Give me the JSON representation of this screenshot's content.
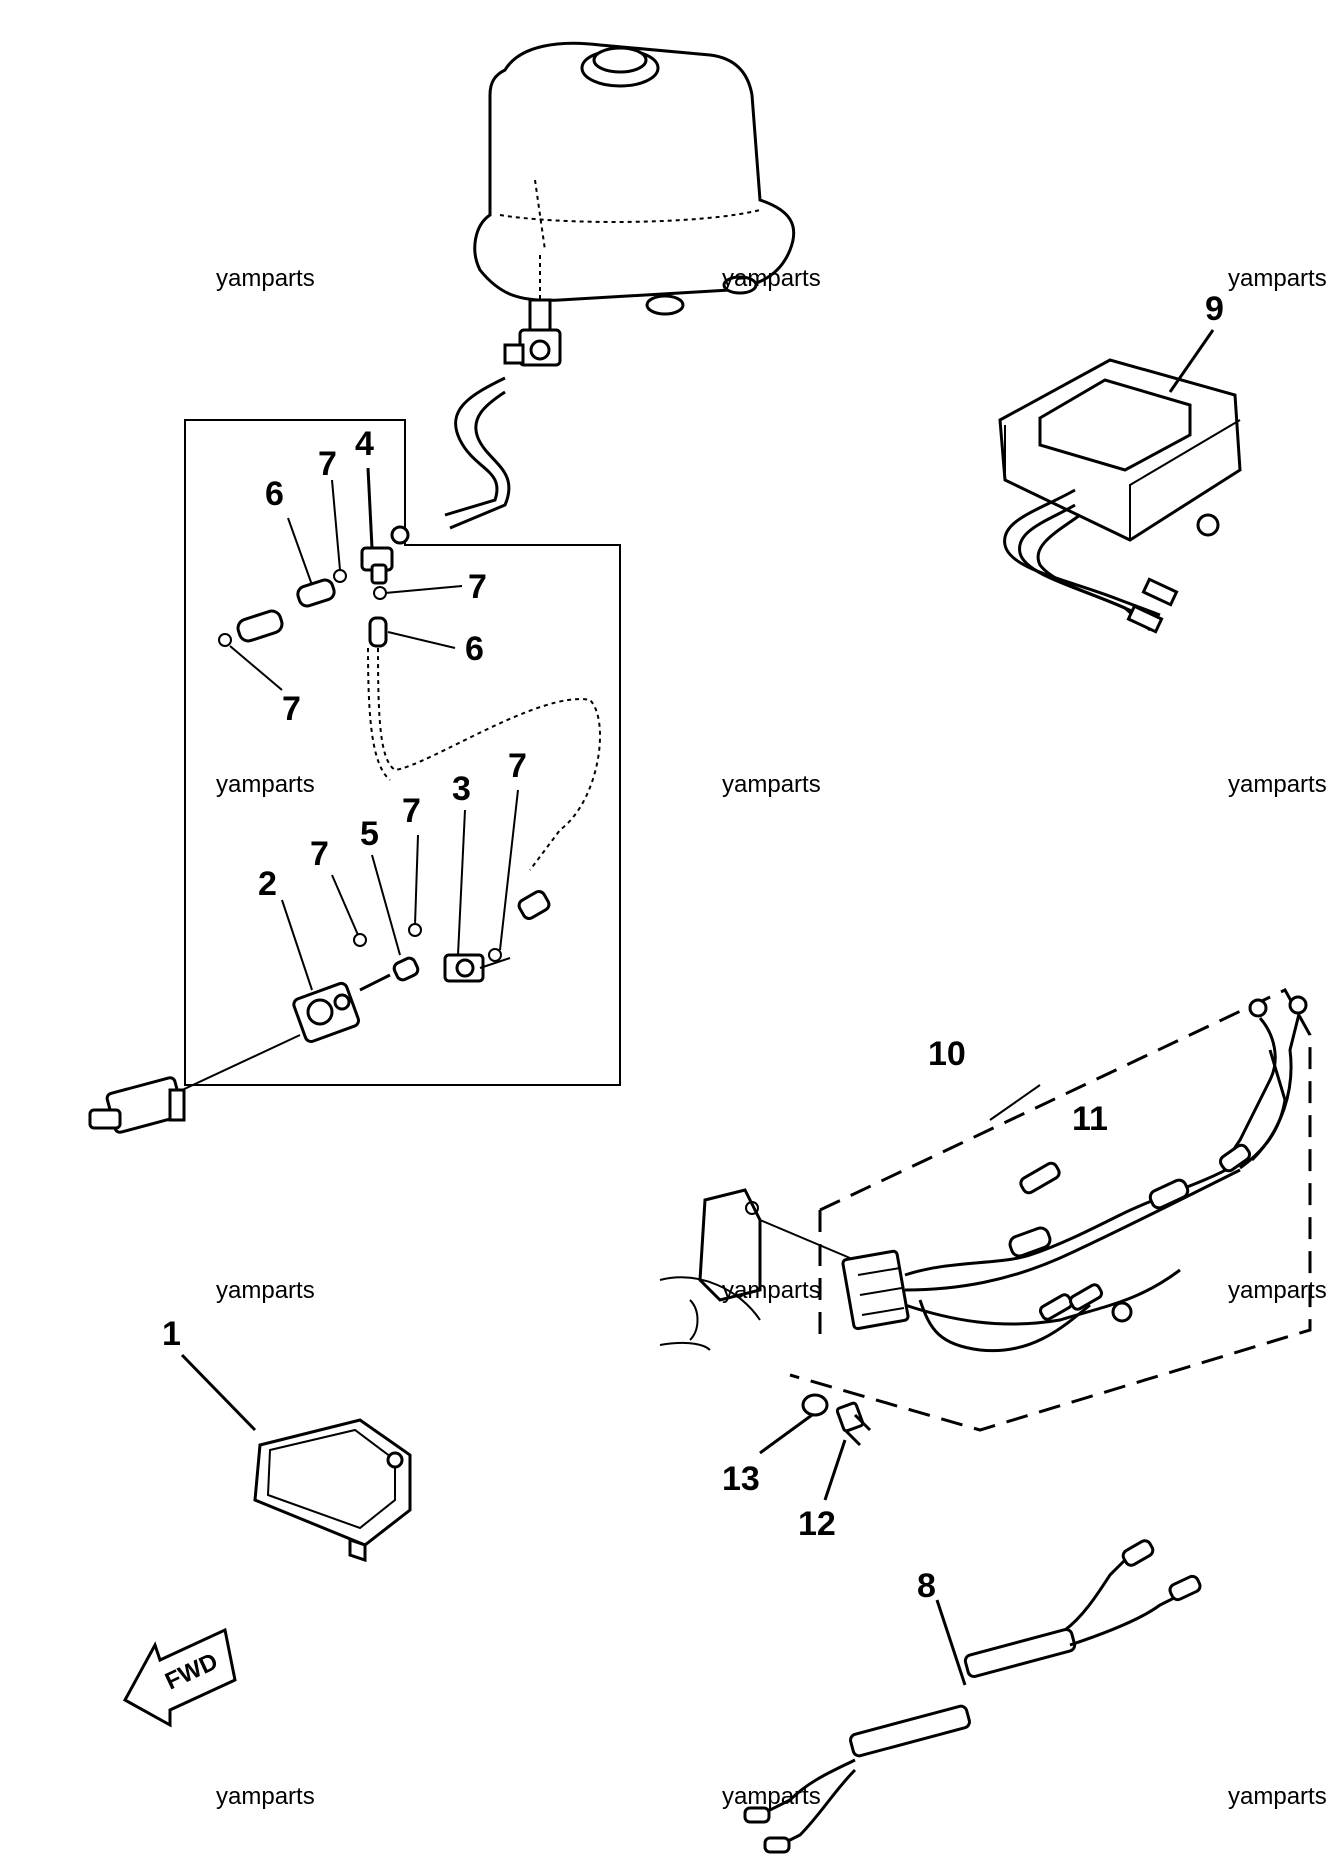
{
  "watermarks": [
    "yamparts",
    "yamparts",
    "yamparts",
    "yamparts",
    "yamparts",
    "yamparts",
    "yamparts",
    "yamparts",
    "yamparts",
    "yamparts",
    "yamparts",
    "yamparts"
  ],
  "callouts": {
    "c1": "1",
    "c2": "2",
    "c3": "3",
    "c4": "4",
    "c5": "5",
    "c6a": "6",
    "c6b": "6",
    "c7a": "7",
    "c7b": "7",
    "c7c": "7",
    "c7d": "7",
    "c7e": "7",
    "c7f": "7",
    "c8": "8",
    "c9": "9",
    "c10": "10",
    "c11": "11",
    "c12": "12",
    "c13": "13"
  },
  "fwd_label": "FWD"
}
